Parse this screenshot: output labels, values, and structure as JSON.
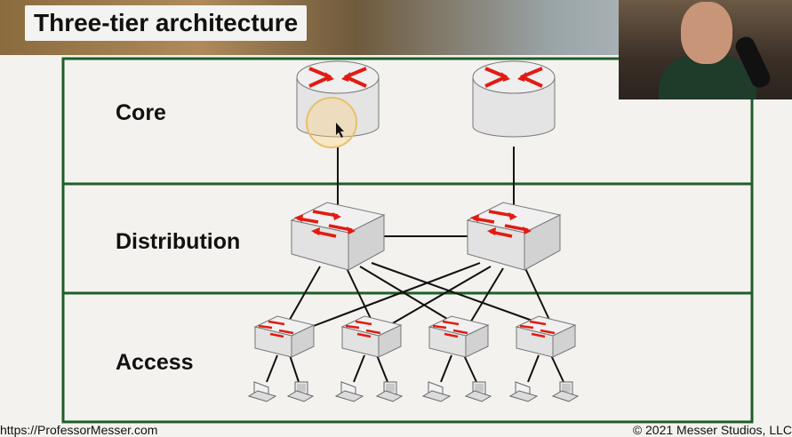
{
  "title": "Three-tier architecture",
  "tiers": [
    {
      "label": "Core"
    },
    {
      "label": "Distribution"
    },
    {
      "label": "Access"
    }
  ],
  "footer": {
    "left": "https://ProfessorMesser.com",
    "right": "© 2021 Messer Studios, LLC"
  },
  "colors": {
    "tier_border": "#1e5e2a",
    "arrow_red": "#e21b12",
    "device_gray": "#e3e3e3",
    "link": "#111111"
  }
}
